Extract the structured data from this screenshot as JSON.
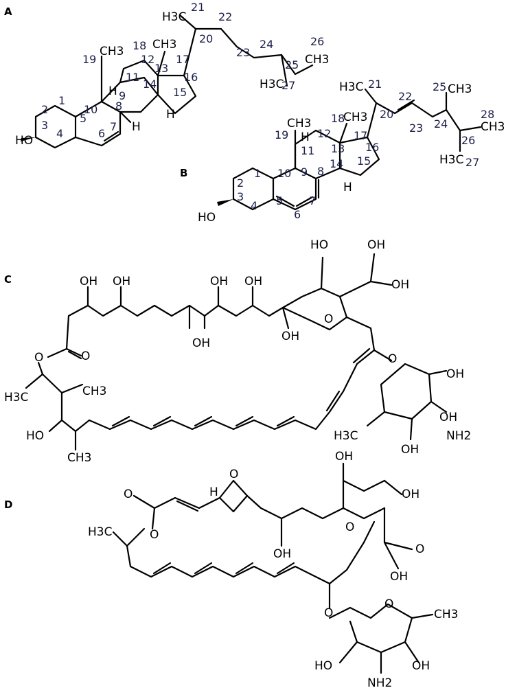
{
  "panels": [
    {
      "label": "A",
      "atom_labels": [
        "HO",
        "H",
        "H",
        "H",
        "CH3",
        "CH3",
        "H3C",
        "CH3",
        "H3C"
      ],
      "locants": [
        "1",
        "2",
        "3",
        "4",
        "5",
        "6",
        "7",
        "8",
        "9",
        "10",
        "11",
        "12",
        "13",
        "14",
        "15",
        "16",
        "17",
        "18",
        "19",
        "20",
        "21",
        "22",
        "23",
        "24",
        "25",
        "26",
        "27"
      ]
    },
    {
      "label": "B",
      "atom_labels": [
        "HO",
        "H",
        "H",
        "CH3",
        "CH3",
        "H3C",
        "CH3",
        "CH3",
        "H3C"
      ],
      "locants": [
        "1",
        "2",
        "3",
        "4",
        "5",
        "6",
        "7",
        "8",
        "9",
        "10",
        "11",
        "12",
        "13",
        "14",
        "15",
        "16",
        "17",
        "18",
        "19",
        "20",
        "21",
        "22",
        "23",
        "24",
        "25",
        "26",
        "27",
        "28"
      ]
    },
    {
      "label": "C",
      "atom_labels": [
        "OH",
        "OH",
        "OH",
        "OH",
        "OH",
        "OH",
        "O",
        "O",
        "H3C",
        "CH3",
        "HO",
        "CH3",
        "HO",
        "OH",
        "OH",
        "O",
        "OH",
        "O",
        "OH",
        "NH2",
        "H3C",
        "OH"
      ]
    },
    {
      "label": "D",
      "atom_labels": [
        "O",
        "O",
        "H3C",
        "H",
        "O",
        "OH",
        "OH",
        "O",
        "OH",
        "O",
        "OH",
        "O",
        "O",
        "CH3",
        "HO",
        "OH",
        "NH2"
      ]
    }
  ]
}
